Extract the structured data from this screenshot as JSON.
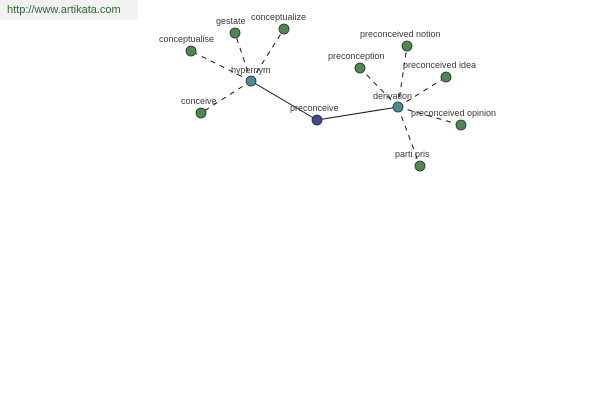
{
  "watermark": {
    "text": "http://www.artikata.com"
  },
  "colors": {
    "leaf_node": "#4a8a4a",
    "hub_node": "#4a8c9a",
    "root_node": "#404a8c",
    "edge": "#1a1a1a"
  },
  "graph": {
    "root": {
      "id": "preconceive",
      "label": "preconceive"
    },
    "hubs": [
      {
        "id": "hypernym",
        "label": "hypernym",
        "children": [
          {
            "id": "gestate",
            "label": "gestate"
          },
          {
            "id": "conceptualize",
            "label": "conceptualize"
          },
          {
            "id": "conceptualise",
            "label": "conceptualise"
          },
          {
            "id": "conceive",
            "label": "conceive"
          }
        ]
      },
      {
        "id": "derivation",
        "label": "derivation",
        "children": [
          {
            "id": "preconceived-notion",
            "label": "preconceived notion"
          },
          {
            "id": "preconception",
            "label": "preconception"
          },
          {
            "id": "preconceived-idea",
            "label": "preconceived idea"
          },
          {
            "id": "preconceived-opinion",
            "label": "preconceived opinion"
          },
          {
            "id": "parti-pris",
            "label": "parti pris"
          }
        ]
      }
    ]
  }
}
